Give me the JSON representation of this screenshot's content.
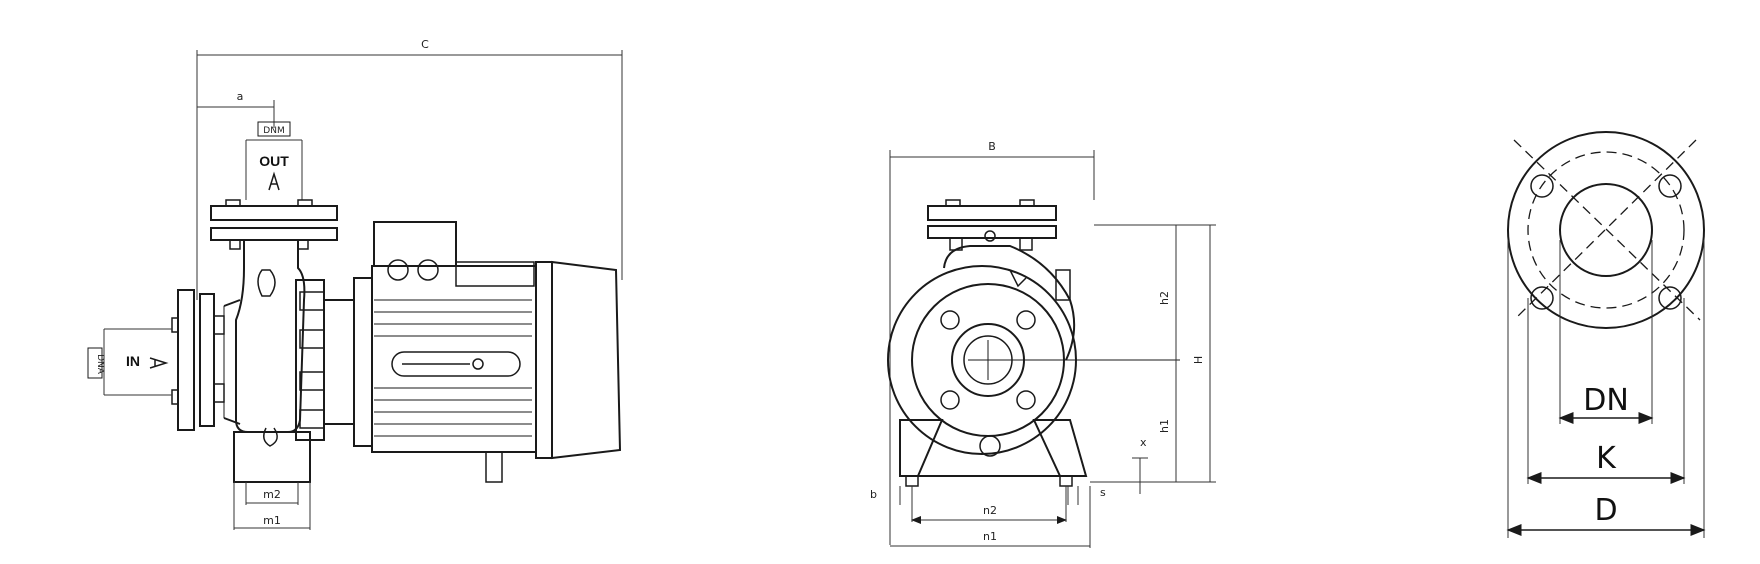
{
  "side_view": {
    "dim_c": "C",
    "dim_a": "a",
    "dim_dnm": "DNM",
    "label_out": "OUT",
    "label_in": "IN",
    "dim_dna": "DNA",
    "dim_m2": "m2",
    "dim_m1": "m1"
  },
  "front_view": {
    "dim_b": "B",
    "dim_h2": "h2",
    "dim_h": "H",
    "dim_h1": "h1",
    "dim_x": "x",
    "dim_s": "s",
    "dim_b_small": "b",
    "dim_n2": "n2",
    "dim_n1": "n1"
  },
  "flange_view": {
    "dim_dn": "DN",
    "dim_k": "K",
    "dim_d": "D"
  }
}
